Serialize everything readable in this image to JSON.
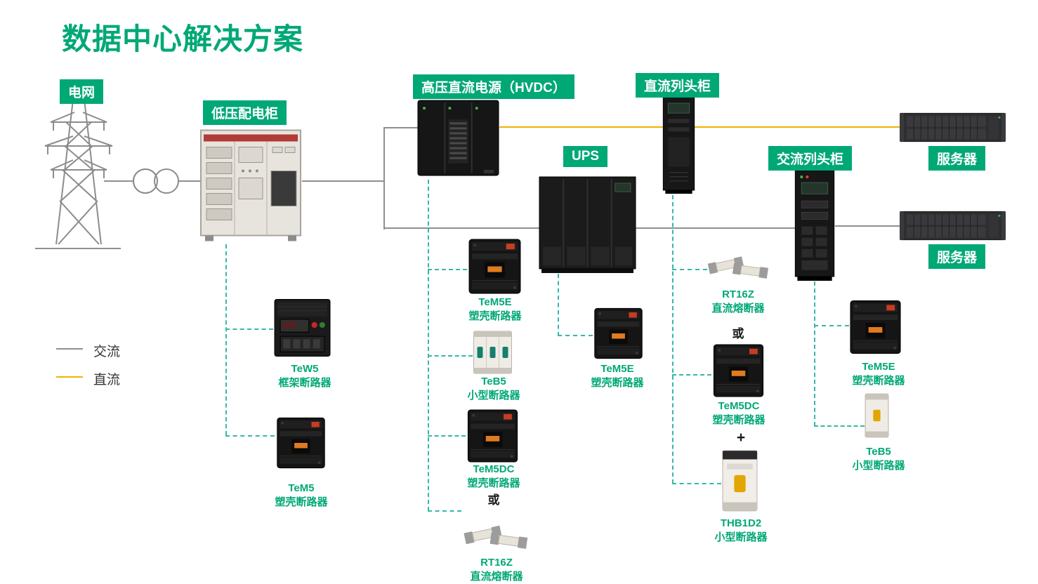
{
  "title": "数据中心解决方案",
  "colors": {
    "accent_green": "#00A876",
    "dashed_teal": "#35B9A5",
    "dc_line_yellow": "#F3B200",
    "ac_line_gray": "#8F8F8F"
  },
  "legend": {
    "ac": "交流",
    "dc": "直流"
  },
  "nodes": {
    "grid": "电网",
    "lv_cabinet": "低压配电柜",
    "hvdc": "高压直流电源（HVDC）",
    "dc_row": "直流列头柜",
    "ups": "UPS",
    "ac_row": "交流列头柜",
    "server_top": "服务器",
    "server_bottom": "服务器"
  },
  "connectors": {
    "or_hvdc": "或",
    "or_dcrow": "或",
    "plus_dcrow": "+"
  },
  "products": [
    {
      "name": "TeW5",
      "desc": "框架断路器"
    },
    {
      "name": "TeM5",
      "desc": "塑壳断路器"
    },
    {
      "name": "TeM5E",
      "desc": "塑壳断路器"
    },
    {
      "name": "TeB5",
      "desc": "小型断路器"
    },
    {
      "name": "TeM5DC",
      "desc": "塑壳断路器"
    },
    {
      "name": "RT16Z",
      "desc": "直流熔断器"
    },
    {
      "name": "TeM5E",
      "desc": "塑壳断路器"
    },
    {
      "name": "RT16Z",
      "desc": "直流熔断器"
    },
    {
      "name": "TeM5DC",
      "desc": "塑壳断路器"
    },
    {
      "name": "THB1D2",
      "desc": "小型断路器"
    },
    {
      "name": "TeM5E",
      "desc": "塑壳断路器"
    },
    {
      "name": "TeB5",
      "desc": "小型断路器"
    }
  ]
}
